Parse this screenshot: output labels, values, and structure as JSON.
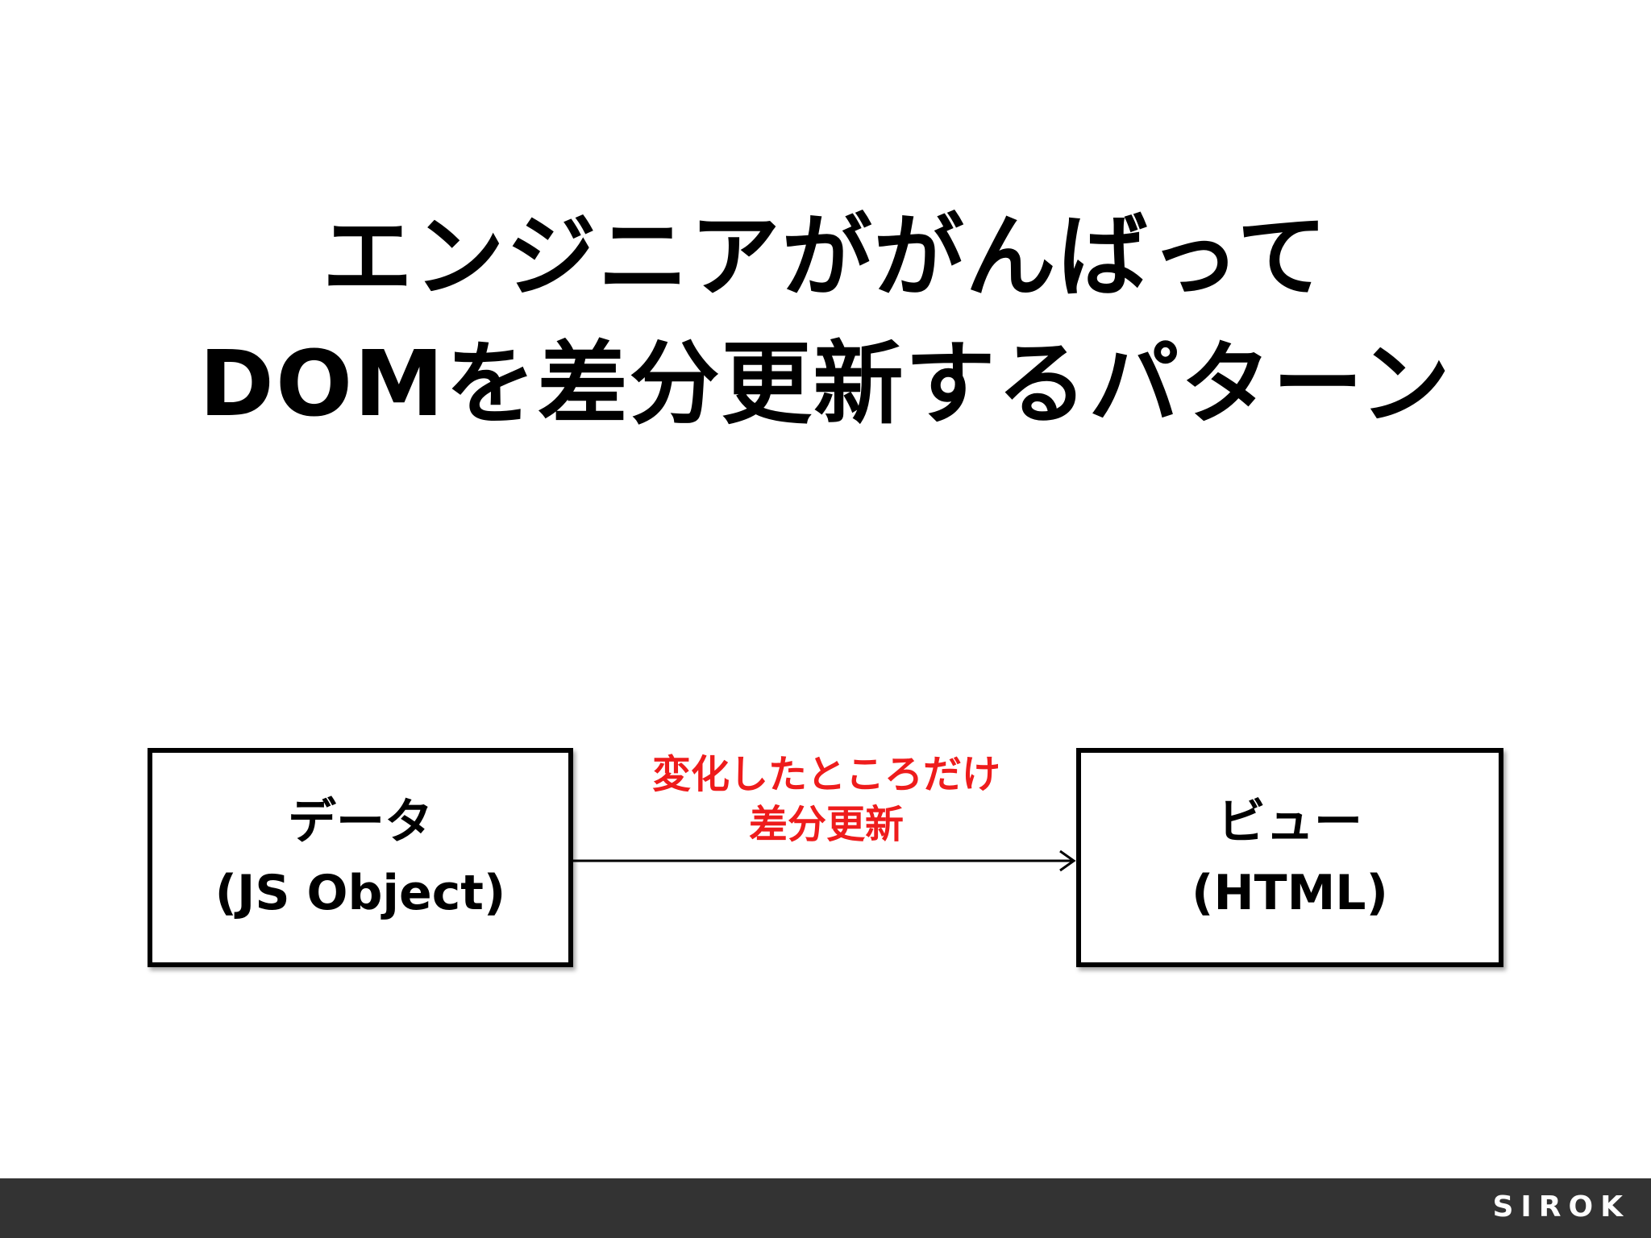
{
  "slide": {
    "title_line1": "エンジニアががんばって",
    "title_line2": "DOMを差分更新するパターン"
  },
  "diagram": {
    "data_box": {
      "line1": "データ",
      "line2": "(JS Object)"
    },
    "view_box": {
      "line1": "ビュー",
      "line2": "(HTML)"
    },
    "arrow_label": {
      "line1": "変化したところだけ",
      "line2": "差分更新",
      "color": "#ee1c1c"
    }
  },
  "footer": {
    "logo": "SIROK",
    "background": "#333333"
  }
}
